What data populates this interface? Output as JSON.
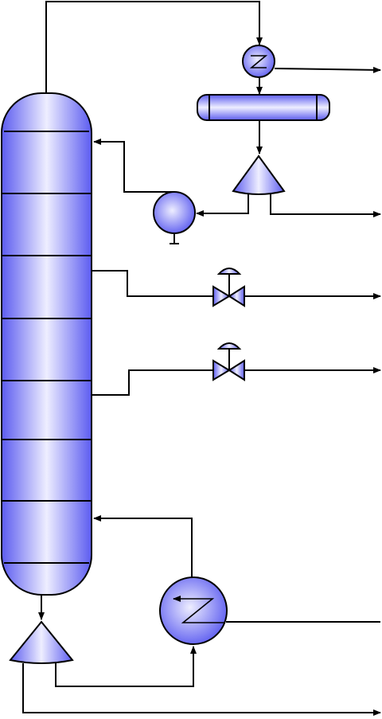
{
  "diagram": {
    "title": "",
    "colors": {
      "fill_dark": "#5c5cf0",
      "fill_light": "#eeeeff",
      "line": "#000000",
      "background": "#ffffff"
    },
    "equipment": [
      {
        "id": "distillation-column",
        "kind": "column",
        "trays": 7
      },
      {
        "id": "overhead-condenser",
        "kind": "heat-exchanger"
      },
      {
        "id": "reflux-drum",
        "kind": "horizontal-vessel"
      },
      {
        "id": "reflux-pump",
        "kind": "pump-triangle"
      },
      {
        "id": "reflux-centrifugal-pump",
        "kind": "pump-circle"
      },
      {
        "id": "side-draw-valve-upper",
        "kind": "control-valve"
      },
      {
        "id": "side-draw-valve-lower",
        "kind": "control-valve"
      },
      {
        "id": "bottoms-pump",
        "kind": "pump-triangle"
      },
      {
        "id": "reboiler",
        "kind": "heat-exchanger"
      }
    ],
    "streams": [
      "overhead-vapor-line",
      "condenser-vent-outlet",
      "distillate-product-outlet",
      "reflux-return-line",
      "upper-side-draw-outlet",
      "lower-side-draw-outlet",
      "reboiler-return-line",
      "reboiler-heating-medium-line",
      "bottoms-product-outlet"
    ]
  }
}
